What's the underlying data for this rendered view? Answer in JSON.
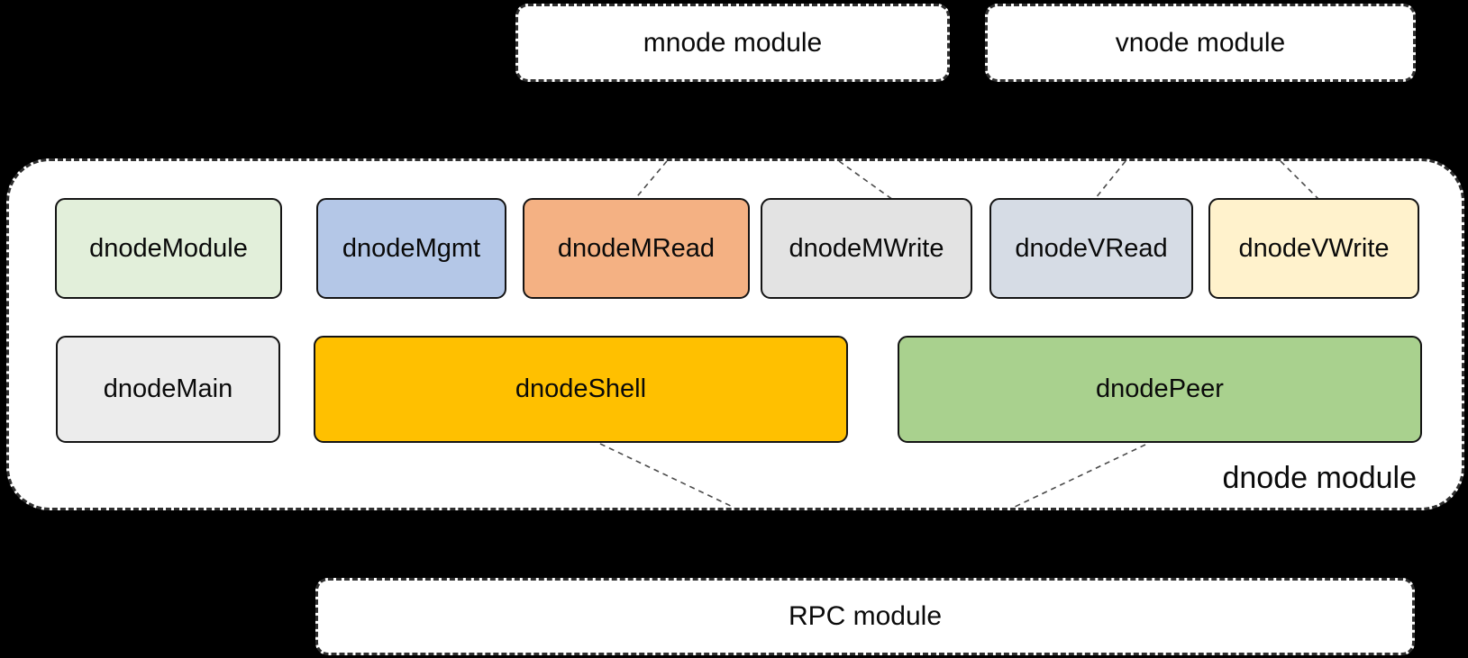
{
  "modules": {
    "mnode": {
      "label": "mnode module"
    },
    "vnode": {
      "label": "vnode module"
    },
    "rpc": {
      "label": "RPC module"
    },
    "dnode": {
      "label": "dnode module"
    }
  },
  "components": {
    "dnodeModule": {
      "label": "dnodeModule",
      "color": "#e2efda"
    },
    "dnodeMgmt": {
      "label": "dnodeMgmt",
      "color": "#b4c7e7"
    },
    "dnodeMRead": {
      "label": "dnodeMRead",
      "color": "#f4b183"
    },
    "dnodeMWrite": {
      "label": "dnodeMWrite",
      "color": "#e3e3e3"
    },
    "dnodeVRead": {
      "label": "dnodeVRead",
      "color": "#d6dce5"
    },
    "dnodeVWrite": {
      "label": "dnodeVWrite",
      "color": "#fff2cc"
    },
    "dnodeMain": {
      "label": "dnodeMain",
      "color": "#ececec"
    },
    "dnodeShell": {
      "label": "dnodeShell",
      "color": "#ffc000"
    },
    "dnodePeer": {
      "label": "dnodePeer",
      "color": "#a9d18e"
    }
  },
  "connections": [
    {
      "from": "mnode module",
      "to": "dnodeMRead"
    },
    {
      "from": "mnode module",
      "to": "dnodeMWrite"
    },
    {
      "from": "vnode module",
      "to": "dnodeVRead"
    },
    {
      "from": "vnode module",
      "to": "dnodeVWrite"
    },
    {
      "from": "dnodeShell",
      "to": "RPC module"
    },
    {
      "from": "dnodePeer",
      "to": "RPC module"
    }
  ],
  "colors": {
    "background": "#000000",
    "module_fill": "#ffffff",
    "dashed_border": "#2e2e2e",
    "component_border": "#141414",
    "connector": "#4a4a4a",
    "text": "#0a0a0a"
  }
}
